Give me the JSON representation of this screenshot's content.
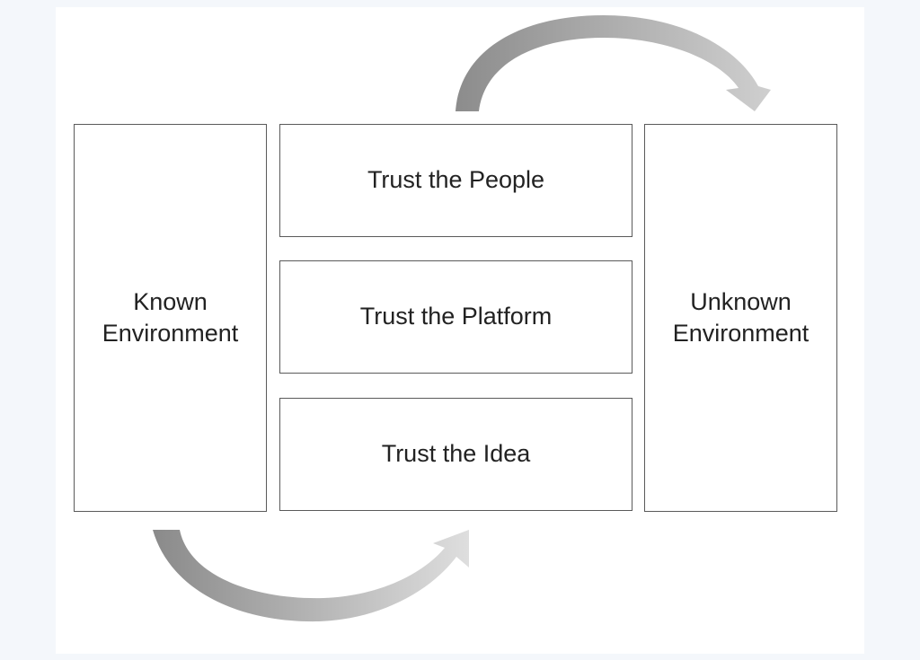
{
  "diagram": {
    "left_box": {
      "line1": "Known",
      "line2": "Environment"
    },
    "right_box": {
      "line1": "Unknown",
      "line2": "Environment"
    },
    "middle_boxes": [
      {
        "label": "Trust the People"
      },
      {
        "label": "Trust the Platform"
      },
      {
        "label": "Trust the Idea"
      }
    ],
    "arrows": [
      {
        "name": "curved-arrow-bottom",
        "color_start": "#8a8a8a",
        "color_end": "#e6e6e6"
      },
      {
        "name": "curved-arrow-top",
        "color_start": "#8a8a8a",
        "color_end": "#e6e6e6"
      }
    ]
  }
}
